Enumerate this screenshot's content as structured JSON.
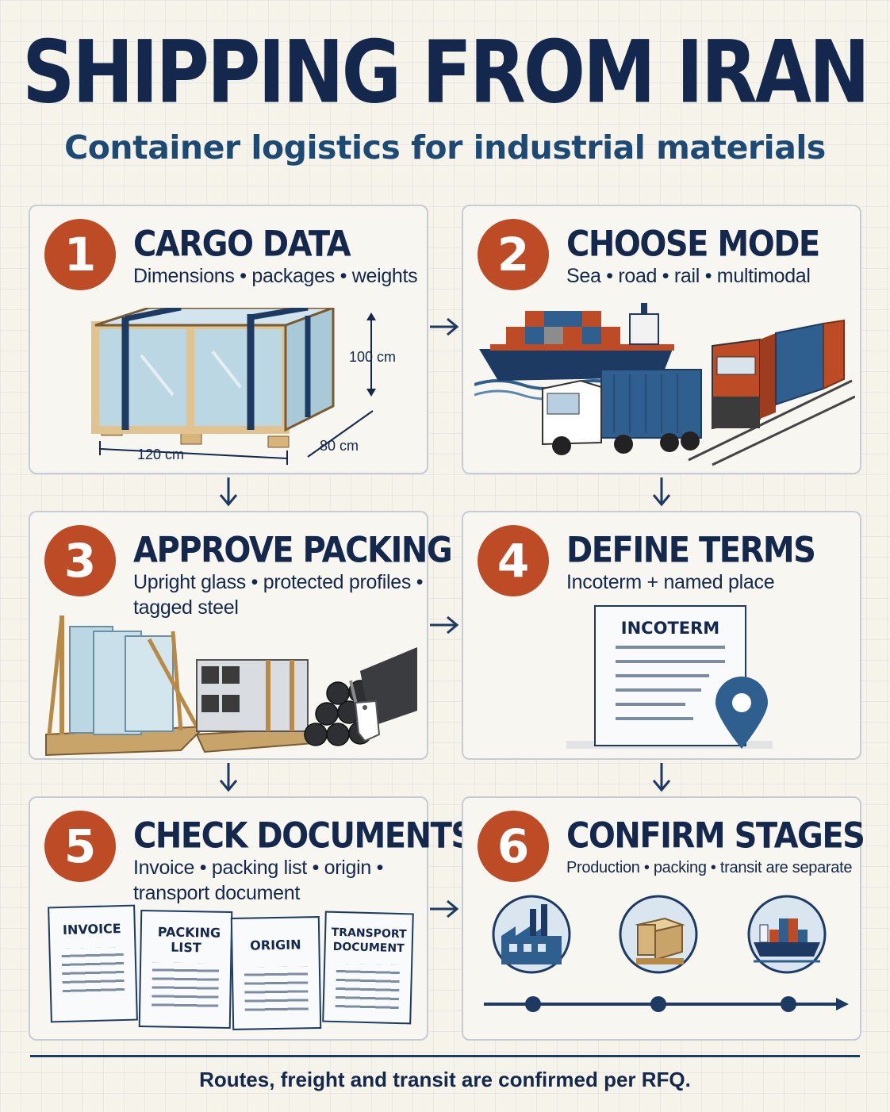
{
  "header": {
    "title": "SHIPPING FROM IRAN",
    "subtitle": "Container logistics for industrial materials"
  },
  "colors": {
    "navy": "#13284c",
    "accent_orange": "#bd4b26",
    "steel_blue": "#2e5f8f",
    "card_bg": "#f8f6f0"
  },
  "steps": [
    {
      "number": "1",
      "title": "CARGO DATA",
      "subtitle": "Dimensions • packages • weights",
      "dims": {
        "height": "100 cm",
        "length": "120 cm",
        "width": "80 cm"
      }
    },
    {
      "number": "2",
      "title": "CHOOSE MODE",
      "subtitle": "Sea • road • rail • multimodal"
    },
    {
      "number": "3",
      "title": "APPROVE PACKING",
      "subtitle": "Upright glass • protected profiles • tagged steel"
    },
    {
      "number": "4",
      "title": "DEFINE TERMS",
      "subtitle": "Incoterm + named place",
      "doc_label": "INCOTERM"
    },
    {
      "number": "5",
      "title": "CHECK DOCUMENTS",
      "subtitle": "Invoice • packing list • origin • transport document",
      "docs": [
        "INVOICE",
        "PACKING LIST",
        "ORIGIN",
        "TRANSPORT DOCUMENT"
      ]
    },
    {
      "number": "6",
      "title": "CONFIRM STAGES",
      "subtitle": "Production • packing • transit are separate"
    }
  ],
  "icons": {
    "crate": "crate-icon",
    "transport": "transport-modes-icon",
    "packing": "packing-icon",
    "document": "document-icon",
    "location": "location-pin-icon",
    "factory": "factory-icon",
    "ship": "ship-icon",
    "arrow": "arrow-icon"
  },
  "footer": {
    "text": "Routes, freight and transit are confirmed per RFQ."
  }
}
